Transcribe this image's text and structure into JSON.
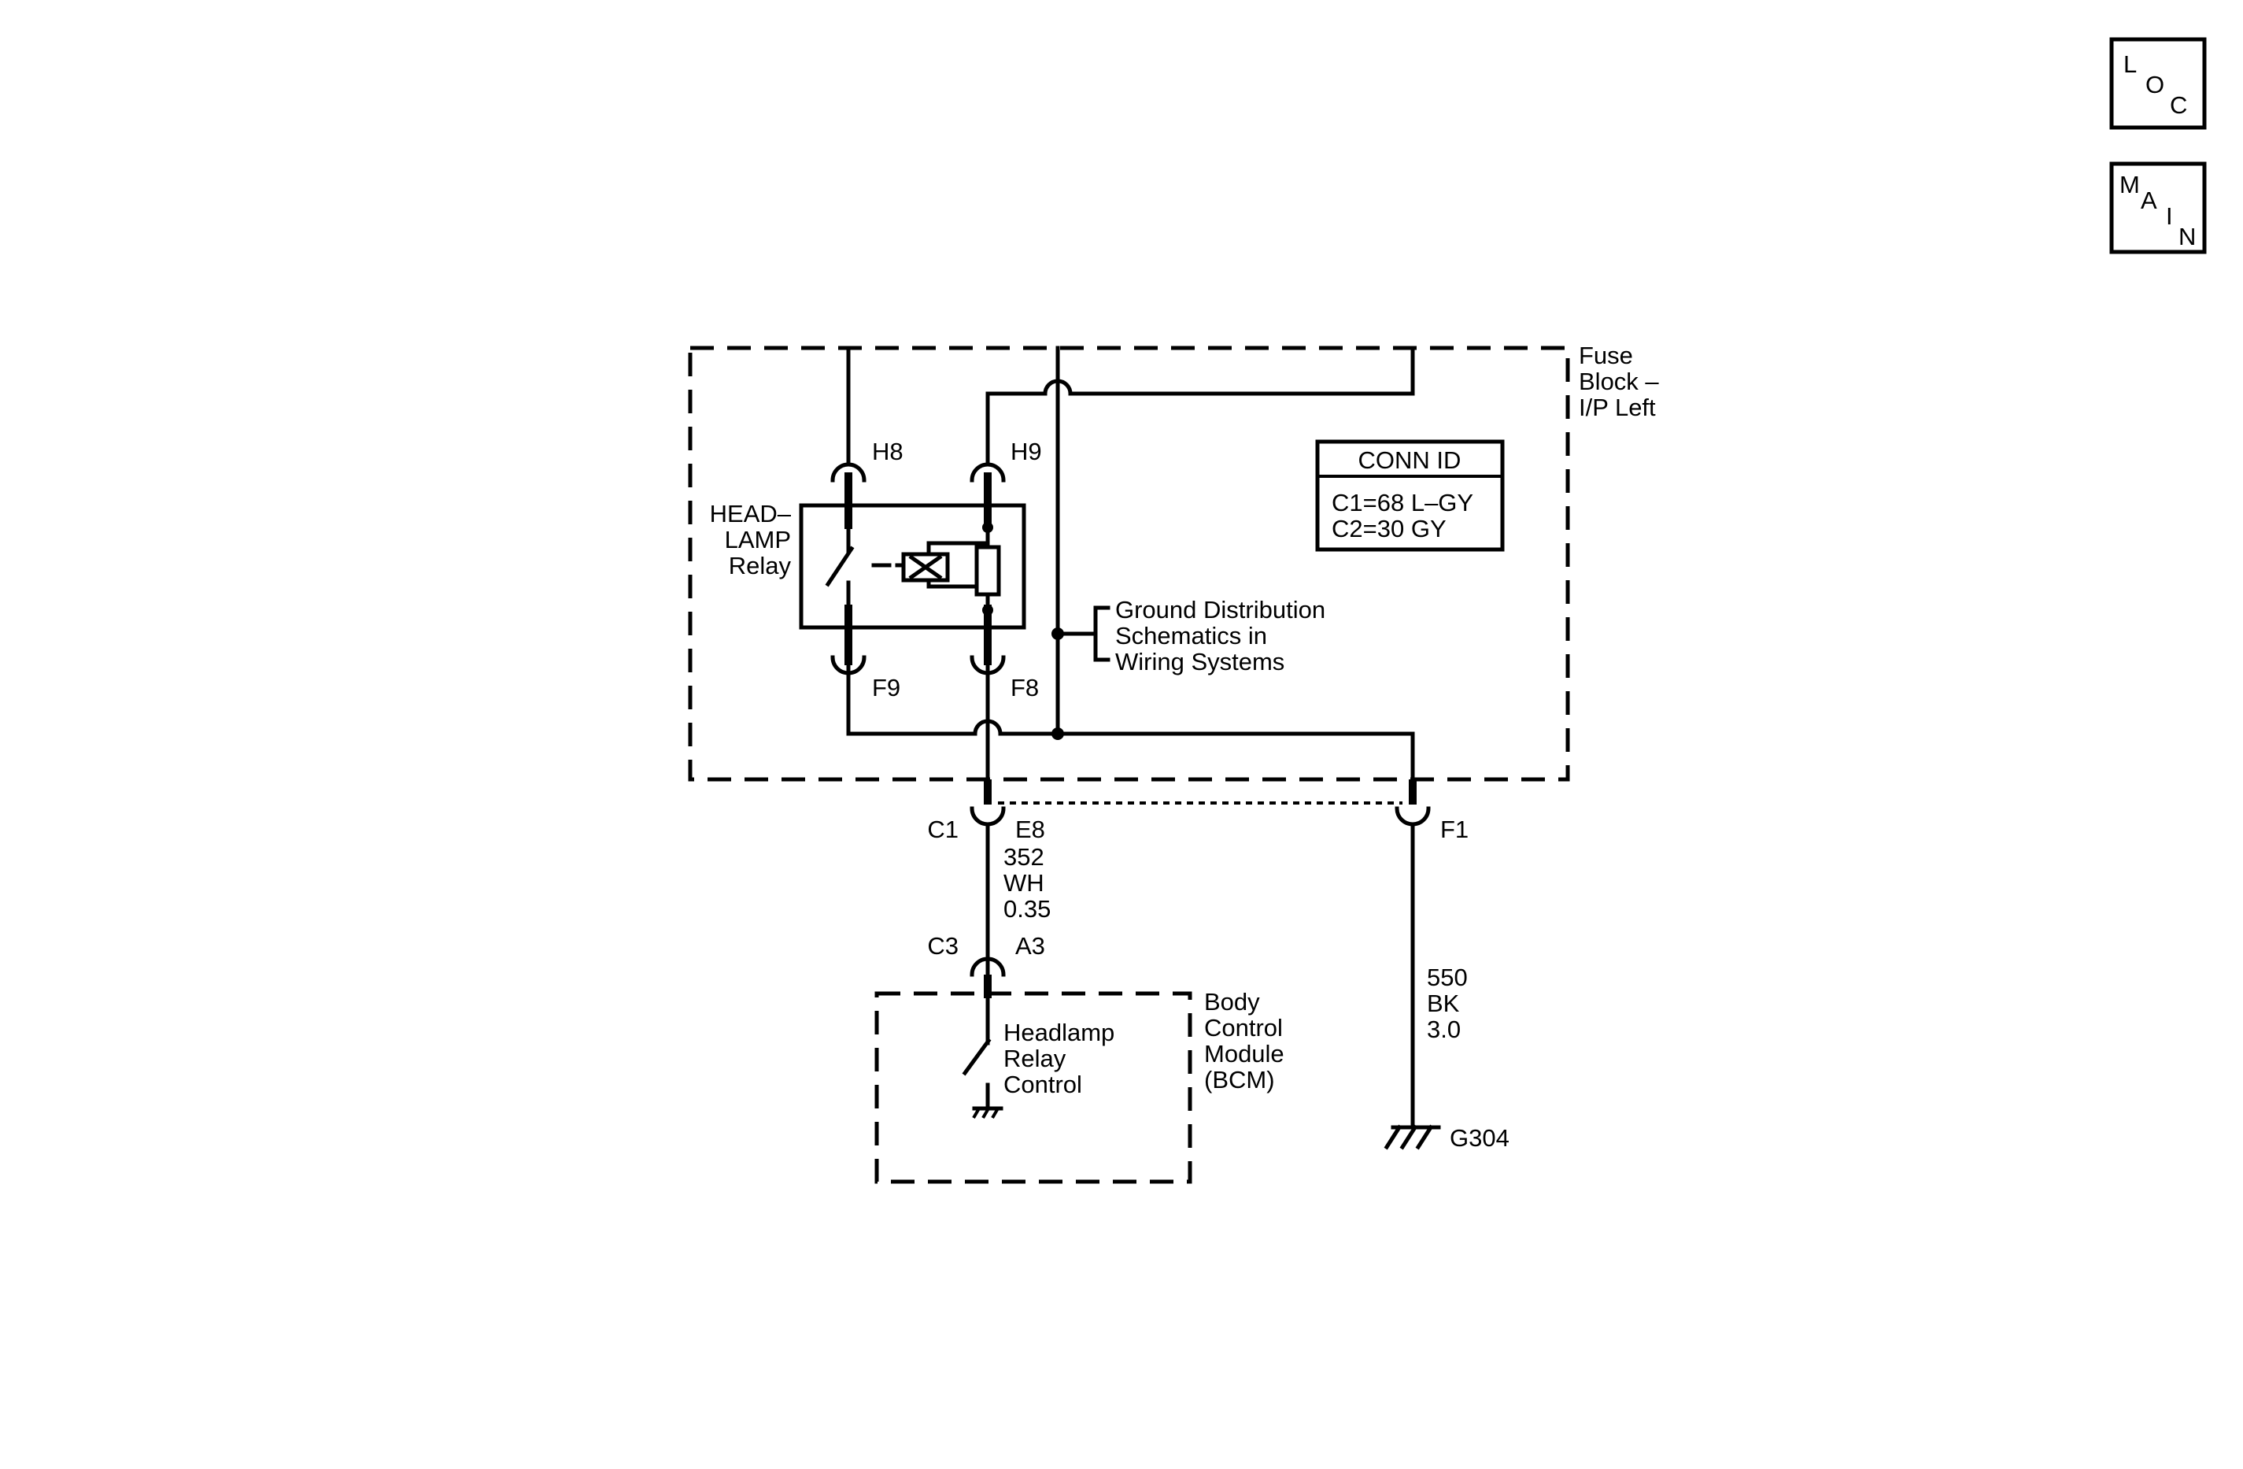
{
  "nav": {
    "loc": {
      "l1": "L",
      "l2": "O",
      "l3": "C"
    },
    "main": {
      "l1": "M",
      "l2": "A",
      "l3": "I",
      "l4": "N"
    }
  },
  "fuse_block": {
    "line1": "Fuse",
    "line2": "Block –",
    "line3": "I/P Left"
  },
  "relay": {
    "line1": "HEAD–",
    "line2": "LAMP",
    "line3": "Relay"
  },
  "terminals": {
    "h8": "H8",
    "h9": "H9",
    "f9": "F9",
    "f8": "F8"
  },
  "conn_id": {
    "title": "CONN ID",
    "row1": "C1=68 L–GY",
    "row2": "C2=30 GY"
  },
  "ground_ref": {
    "line1": "Ground Distribution",
    "line2": "Schematics in",
    "line3": "Wiring Systems"
  },
  "connector_c1": {
    "name": "C1",
    "pin": "E8"
  },
  "wire_352": {
    "circuit": "352",
    "color": "WH",
    "size": "0.35"
  },
  "connector_c3": {
    "name": "C3",
    "pin": "A3"
  },
  "pin_f1": "F1",
  "wire_550": {
    "circuit": "550",
    "color": "BK",
    "size": "3.0"
  },
  "ground": "G304",
  "bcm": {
    "line1": "Body",
    "line2": "Control",
    "line3": "Module",
    "line4": "(BCM)",
    "switch_line1": "Headlamp",
    "switch_line2": "Relay",
    "switch_line3": "Control"
  }
}
